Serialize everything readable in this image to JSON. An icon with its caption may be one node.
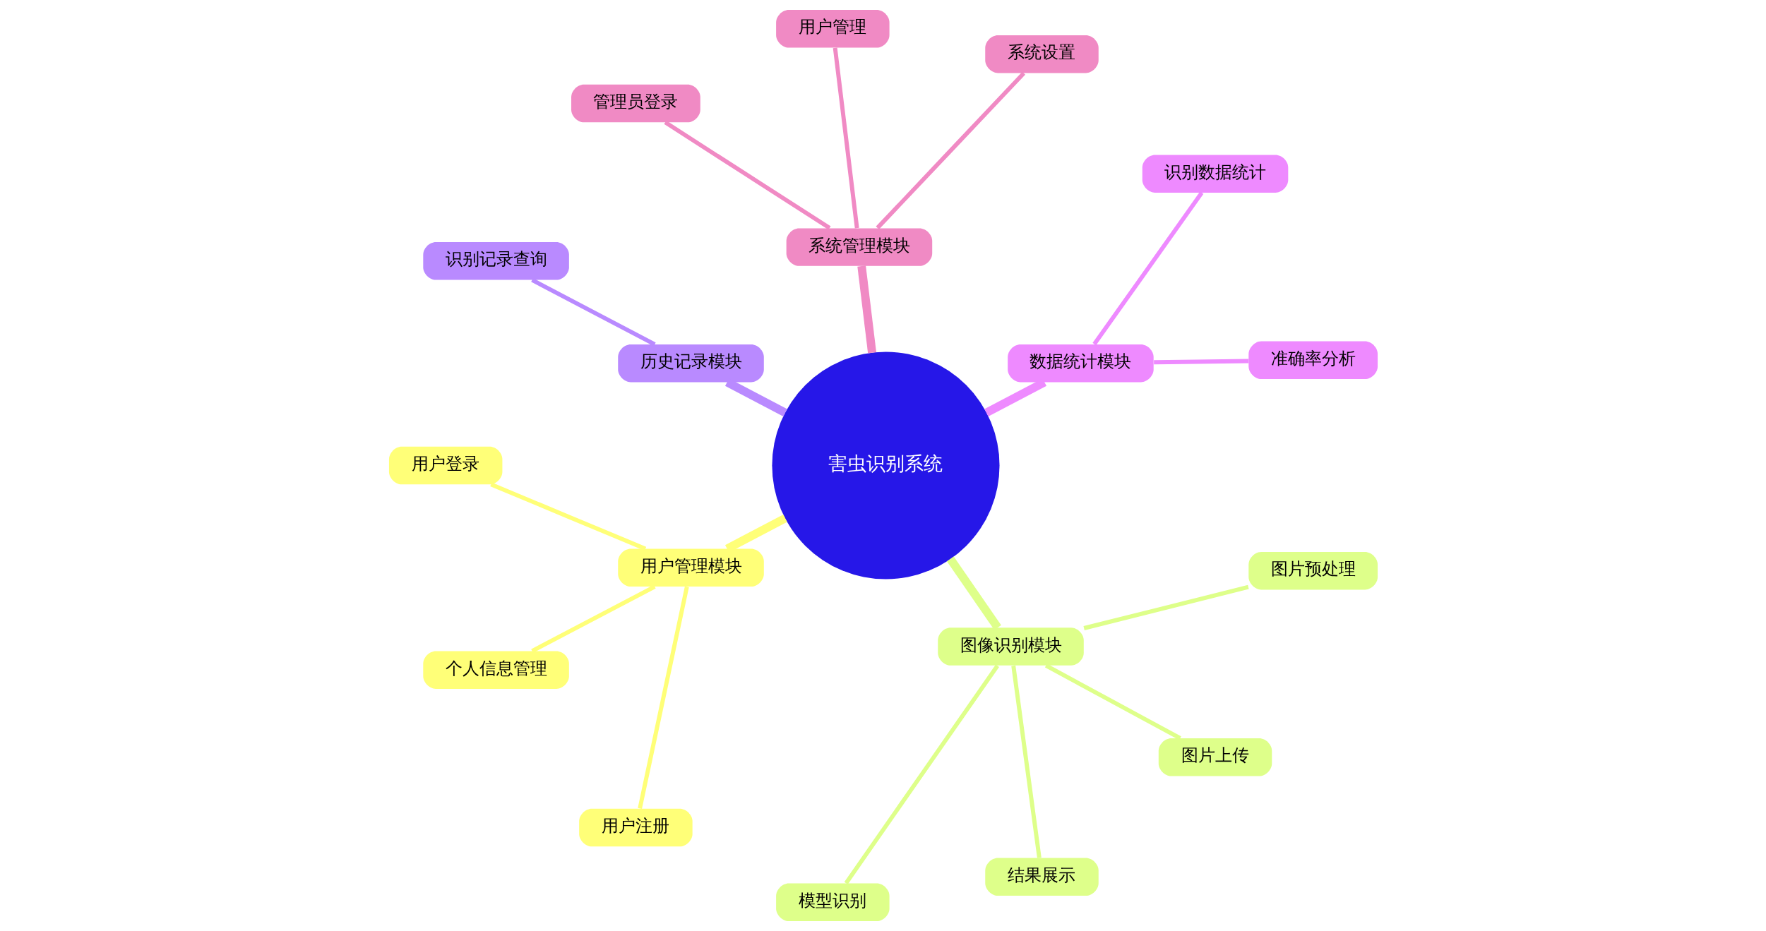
{
  "diagram": {
    "nodes": [
      {
        "text": [
          "害虫识别系统"
        ]
      },
      {
        "text": [
          "数据统计模块"
        ]
      },
      {
        "text": [
          "准确率分析"
        ]
      },
      {
        "text": [
          "识别数据统计"
        ]
      },
      {
        "text": [
          "系统管理模块"
        ]
      },
      {
        "text": [
          "系统设置"
        ]
      },
      {
        "text": [
          "用户管理"
        ]
      },
      {
        "text": [
          "管理员登录"
        ]
      },
      {
        "text": [
          "历史记录模块"
        ]
      },
      {
        "text": [
          "识别记录查询"
        ]
      },
      {
        "text": [
          "用户管理模块"
        ]
      },
      {
        "text": [
          "用户登录"
        ]
      },
      {
        "text": [
          "个人信息管理"
        ]
      },
      {
        "text": [
          "用户注册"
        ]
      },
      {
        "text": [
          "图像识别模块"
        ]
      },
      {
        "text": [
          "模型识别"
        ]
      },
      {
        "text": [
          "结果展示"
        ]
      },
      {
        "text": [
          "图片上传"
        ]
      },
      {
        "text": [
          "图片预处理"
        ]
      }
    ],
    "edges": [
      {
        "from": 0,
        "to": 1,
        "arrow": "none",
        "style": "thick",
        "color": "#ee8aff"
      },
      {
        "from": 1,
        "to": 2,
        "arrow": "none",
        "color": "#ee8aff"
      },
      {
        "from": 1,
        "to": 3,
        "arrow": "none",
        "color": "#ee8aff"
      },
      {
        "from": 0,
        "to": 4,
        "arrow": "none",
        "style": "thick",
        "color": "#f08ac4"
      },
      {
        "from": 4,
        "to": 5,
        "arrow": "none",
        "color": "#f08ac4"
      },
      {
        "from": 4,
        "to": 6,
        "arrow": "none",
        "color": "#f08ac4"
      },
      {
        "from": 4,
        "to": 7,
        "arrow": "none",
        "color": "#f08ac4"
      },
      {
        "from": 0,
        "to": 8,
        "arrow": "none",
        "style": "thick",
        "color": "#b98aff"
      },
      {
        "from": 8,
        "to": 9,
        "arrow": "none",
        "color": "#b98aff"
      },
      {
        "from": 0,
        "to": 10,
        "arrow": "none",
        "style": "thick",
        "color": "#ffff78"
      },
      {
        "from": 10,
        "to": 11,
        "arrow": "none",
        "color": "#ffff78"
      },
      {
        "from": 10,
        "to": 12,
        "arrow": "none",
        "color": "#ffff78"
      },
      {
        "from": 10,
        "to": 13,
        "arrow": "none",
        "color": "#ffff78"
      },
      {
        "from": 0,
        "to": 14,
        "arrow": "none",
        "style": "thick",
        "color": "#deff8a"
      },
      {
        "from": 14,
        "to": 15,
        "arrow": "none",
        "color": "#deff8a"
      },
      {
        "from": 14,
        "to": 16,
        "arrow": "none",
        "color": "#deff8a"
      },
      {
        "from": 14,
        "to": 17,
        "arrow": "none",
        "color": "#deff8a"
      },
      {
        "from": 14,
        "to": 18,
        "arrow": "none",
        "color": "#deff8a"
      }
    ]
  }
}
